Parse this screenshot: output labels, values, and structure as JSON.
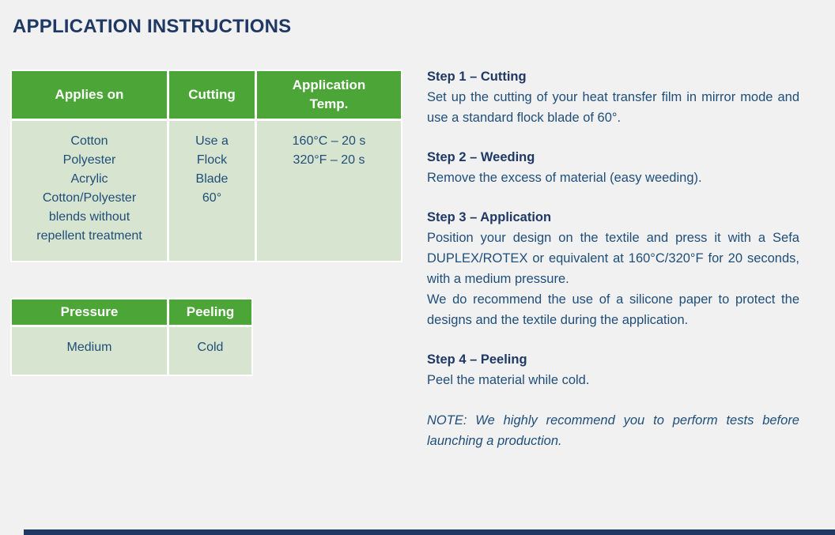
{
  "page": {
    "title": "APPLICATION INSTRUCTIONS"
  },
  "colors": {
    "page_background": "#F1F1F2",
    "table_header_green": "#4CA637",
    "table_body_green": "#D7E4CF",
    "heading_navy": "#1F3864",
    "body_text_navy": "#1F4E79",
    "footer_bar_navy": "#1F3864"
  },
  "table1": {
    "headers": [
      {
        "label": "Applies on"
      },
      {
        "label": "Cutting"
      },
      {
        "lines": [
          "Application",
          "Temp."
        ]
      }
    ],
    "body": {
      "applies_on_lines": [
        "Cotton",
        "Polyester",
        "Acrylic",
        "Cotton/Polyester",
        "blends without",
        "repellent treatment"
      ],
      "cutting_lines": [
        "Use a",
        "Flock",
        "Blade",
        "60°"
      ],
      "application_temp_lines": [
        "160°C – 20 s",
        "320°F – 20 s"
      ]
    }
  },
  "table2": {
    "headers": [
      {
        "label": "Pressure"
      },
      {
        "label": "Peeling"
      }
    ],
    "body": {
      "pressure": "Medium",
      "peeling": "Cold"
    }
  },
  "steps": [
    {
      "heading": "Step 1 – Cutting",
      "paragraphs": [
        "Set up the cutting of your heat transfer film in mirror mode and use a standard flock blade of 60°."
      ]
    },
    {
      "heading": "Step 2 – Weeding",
      "paragraphs": [
        "Remove the excess of material (easy weeding)."
      ]
    },
    {
      "heading": "Step 3 – Application",
      "paragraphs": [
        "Position your design on the textile and press it with a Sefa DUPLEX/ROTEX or equivalent at 160°C/320°F for 20 seconds, with a medium pressure.",
        "We do recommend the use of a silicone paper to protect the designs and the textile during the application."
      ]
    },
    {
      "heading": "Step 4 – Peeling",
      "paragraphs": [
        "Peel the material while cold."
      ]
    }
  ],
  "note": "NOTE: We highly recommend you to perform tests before launching a production."
}
